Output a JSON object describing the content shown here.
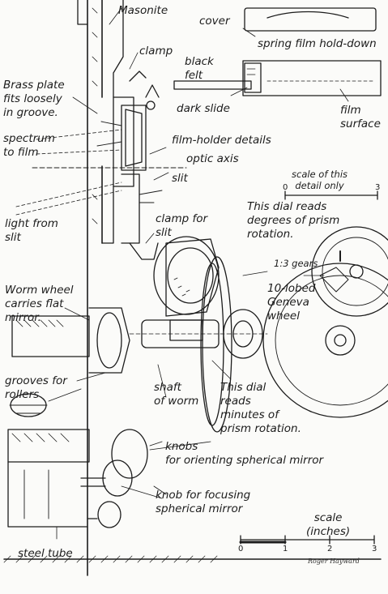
{
  "labels": {
    "masonite": "Masonite",
    "clamp": "clamp",
    "brass_plate": "Brass plate\nfits loosely\nin groove.",
    "spectrum": "spectrum\nto film",
    "film_holder_details": "film-holder details",
    "optic_axis": "optic axis",
    "slit": "slit",
    "light_from_slit": "light from\nslit",
    "clamp_for_slit": "clamp for\nslit",
    "worm_wheel": "Worm wheel\ncarries flat\nmirror.",
    "grooves": "grooves for\nrollers",
    "shaft_of_worm": "shaft\nof worm",
    "knobs_orienting": "knobs\nfor orienting spherical mirror",
    "knob_focusing": "knob for focusing\nspherical mirror",
    "steel_tube": "steel tube",
    "cover": "cover",
    "spring_hold_down": "spring film hold-down",
    "black_felt": "black\nfelt",
    "dark_slide": "dark slide",
    "film_surface": "film\nsurface",
    "scale_detail": "scale of this\ndetail only",
    "dial_degrees": "This dial reads\ndegrees of prism\nrotation.",
    "gears": "1:3 gears",
    "geneva": "10-lobed\nGeneva\nwheel",
    "dial_minutes": "This dial\nreads\nminutes of\nprism rotation.",
    "scale_inches": "scale\n(inches)",
    "signature": "Roger Hayward"
  },
  "detail_scale": {
    "min": "0",
    "max": "3"
  },
  "main_scale": {
    "ticks": [
      "0",
      "1",
      "2",
      "3"
    ]
  }
}
